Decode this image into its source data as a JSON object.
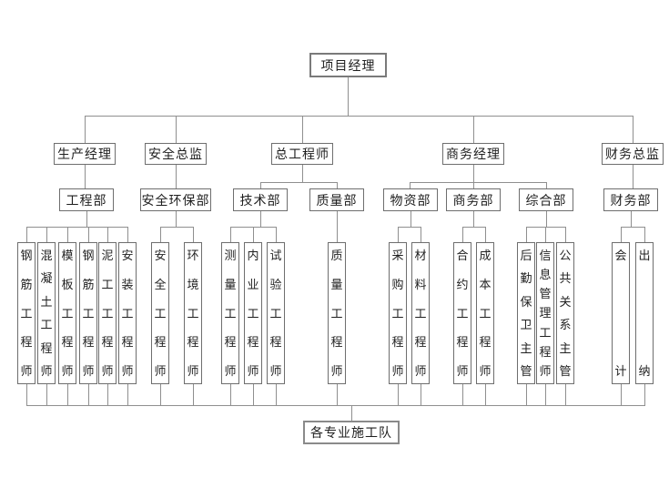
{
  "org": {
    "root_label": "项目经理",
    "footer_label": "各专业施工队",
    "branches": [
      {
        "manager": "生产经理",
        "departments": [
          {
            "name": "工程部",
            "staff": [
              "钢筋工程师",
              "混凝土工程师",
              "模板工程师",
              "钢筋工程师",
              "泥工工程师",
              "安装工程师"
            ]
          }
        ]
      },
      {
        "manager": "安全总监",
        "departments": [
          {
            "name": "安全环保部",
            "staff": [
              "安全工程师",
              "环境工程师"
            ]
          }
        ]
      },
      {
        "manager": "总工程师",
        "departments": [
          {
            "name": "技术部",
            "staff": [
              "测量工程师",
              "内业工程师",
              "试验工程师"
            ]
          },
          {
            "name": "质量部",
            "staff": [
              "质量工程师"
            ]
          }
        ]
      },
      {
        "manager": "商务经理",
        "departments": [
          {
            "name": "物资部",
            "staff": [
              "采购工程师",
              "材料工程师"
            ]
          },
          {
            "name": "商务部",
            "staff": [
              "合约工程师",
              "成本工程师"
            ]
          },
          {
            "name": "综合部",
            "staff": [
              "后勤保卫主管",
              "信息管理工程师",
              "公共关系主管"
            ]
          }
        ]
      },
      {
        "manager": "财务总监",
        "departments": [
          {
            "name": "财务部",
            "staff": [
              "会计",
              "出纳"
            ]
          }
        ]
      }
    ]
  },
  "colors": {
    "line": "#8f8f8f",
    "box_border": "#6e6e6e",
    "background": "#ffffff",
    "text": "#1f1f1f"
  }
}
